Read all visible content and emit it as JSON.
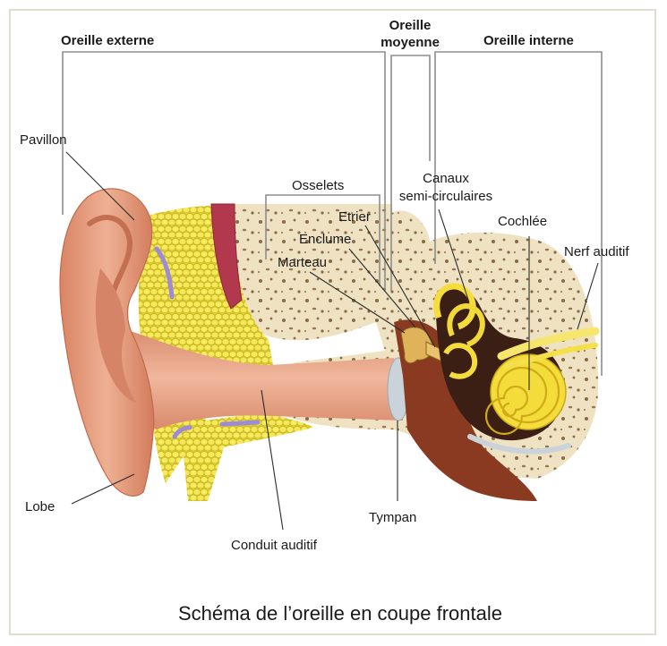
{
  "diagram": {
    "caption": "Schéma de l’oreille en coupe frontale",
    "sections": {
      "outer": "Oreille externe",
      "middle_line1": "Oreille",
      "middle_line2": "moyenne",
      "inner": "Oreille interne"
    },
    "labels": {
      "pavillon": "Pavillon",
      "osselets": "Osselets",
      "etrier": "Etrier",
      "enclume": "Enclume",
      "marteau": "Marteau",
      "canaux_line1": "Canaux",
      "canaux_line2": "semi-circulaires",
      "cochlee": "Cochlée",
      "nerf": "Nerf auditif",
      "lobe": "Lobe",
      "tympan": "Tympan",
      "conduit": "Conduit auditif"
    },
    "colors": {
      "skin": "#e8a07f",
      "skin_dark": "#c96a4d",
      "bone": "#efe2c3",
      "bone_spot": "#8a6a45",
      "fat": "#f2e64f",
      "cochlea": "#f4dd3a",
      "muscle": "#b2394d",
      "membrane": "#c9d3d9",
      "frame_border": "#e2dccf"
    }
  }
}
